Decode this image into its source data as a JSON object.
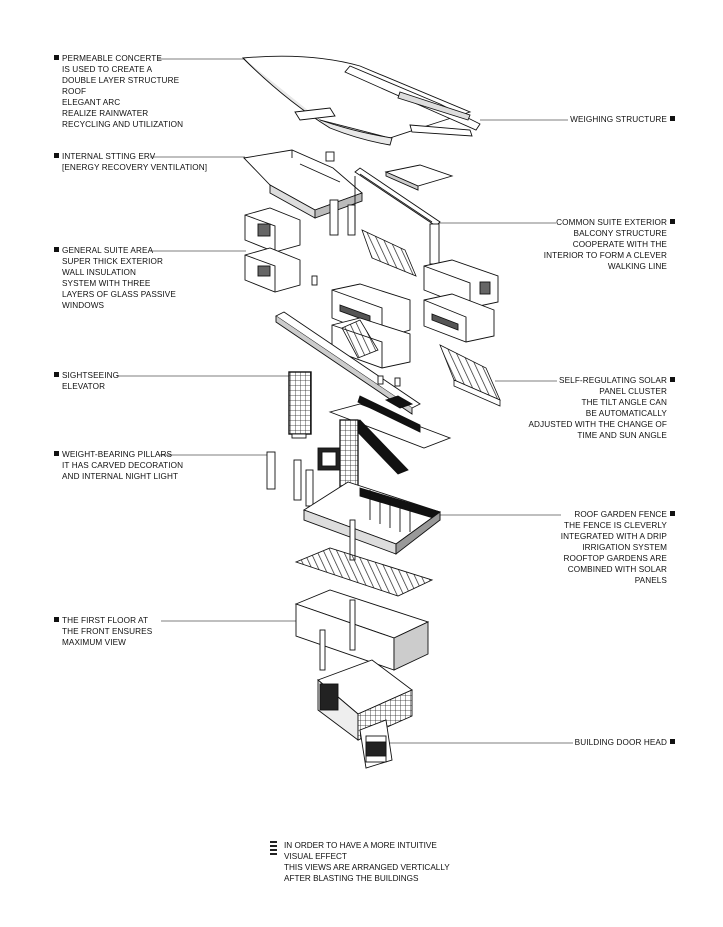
{
  "annotations": {
    "roof": [
      "PERMEABLE CONCERTE",
      "IS USED TO CREATE A",
      "DOUBLE LAYER STRUCTURE",
      "ROOF",
      "ELEGANT ARC",
      "REALIZE RAINWATER",
      "RECYCLING AND UTILIZATION"
    ],
    "erv": [
      "INTERNAL STTING ERV",
      "[ENERGY RECOVERY VENTILATION]"
    ],
    "suite": [
      "GENERAL SUITE AREA",
      "SUPER THICK EXTERIOR",
      "WALL INSULATION",
      "SYSTEM WITH THREE",
      "LAYERS OF GLASS PASSIVE",
      "WINDOWS"
    ],
    "elevator": [
      "SIGHTSEEING",
      "ELEVATOR"
    ],
    "pillars": [
      "WEIGHT-BEARING PILLARS",
      "IT HAS CARVED DECORATION",
      "AND INTERNAL NIGHT LIGHT"
    ],
    "first_floor": [
      "THE FIRST FLOOR AT",
      "THE FRONT ENSURES",
      "MAXIMUM VIEW"
    ],
    "weighing": [
      "WEIGHING STRUCTURE"
    ],
    "common_suite": [
      "COMMON SUITE EXTERIOR",
      "BALCONY STRUCTURE",
      "COOPERATE WITH THE",
      "INTERIOR TO FORM A CLEVER",
      "WALKING LINE"
    ],
    "solar": [
      "SELF-REGULATING SOLAR",
      "PANEL CLUSTER",
      "THE TILT ANGLE CAN",
      "BE AUTOMATICALLY",
      "ADJUSTED WITH THE CHANGE OF",
      "TIME AND SUN ANGLE"
    ],
    "garden": [
      "ROOF GARDEN FENCE",
      "THE FENCE IS CLEVERLY",
      "INTEGRATED WITH A DRIP",
      "IRRIGATION SYSTEM",
      "ROOFTOP GARDENS ARE",
      "COMBINED WITH SOLAR",
      "PANELS"
    ],
    "door": [
      "BUILDING DOOR HEAD"
    ]
  },
  "note": [
    "IN ORDER TO HAVE A MORE INTUITIVE",
    "VISUAL EFFECT",
    "THIS VIEWS ARE ARRANGED VERTICALLY",
    "AFTER BLASTING THE BUILDINGS"
  ]
}
